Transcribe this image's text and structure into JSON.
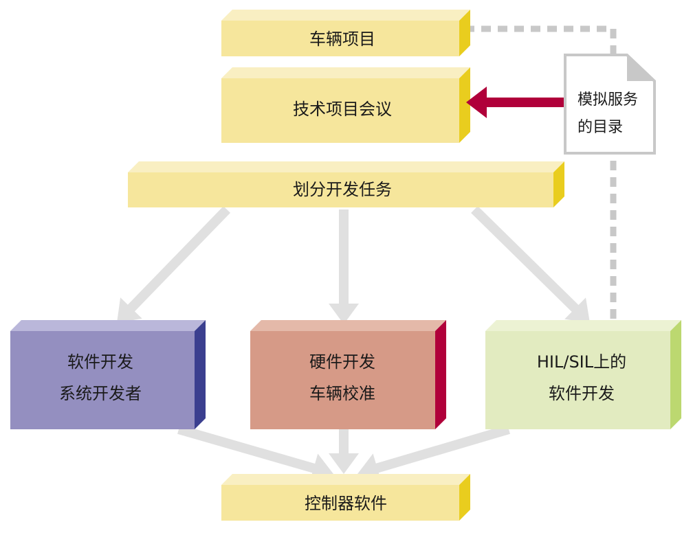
{
  "boxes": {
    "vehicle_project": {
      "label": "车辆项目"
    },
    "tech_meeting": {
      "label": "技术项目会议"
    },
    "divide_tasks": {
      "label": "划分开发任务"
    },
    "software_dev": {
      "line1": "软件开发",
      "line2": "系统开发者"
    },
    "hardware_dev": {
      "line1": "硬件开发",
      "line2": "车辆校准"
    },
    "hil_sil": {
      "line1": "HIL/SIL上的",
      "line2": "软件开发"
    },
    "controller_sw": {
      "label": "控制器软件"
    }
  },
  "document": {
    "line1": "模拟服务",
    "line2": "的目录"
  },
  "colors": {
    "yellow": {
      "front": "#f6e69c",
      "top": "#f9efc2",
      "side": "#e9cd1e"
    },
    "purple": {
      "front": "#948fc0",
      "top": "#bab7da",
      "side": "#3b3f8f"
    },
    "salmon": {
      "front": "#d69a87",
      "top": "#e4b9a9",
      "side": "#b0003a"
    },
    "green": {
      "front": "#e2ebc0",
      "top": "#ecf2d3",
      "side": "#bcd870"
    },
    "arrow_gray": "#e0e0e0",
    "arrow_red": "#b0003a",
    "dash_gray": "#c8c8c8"
  }
}
